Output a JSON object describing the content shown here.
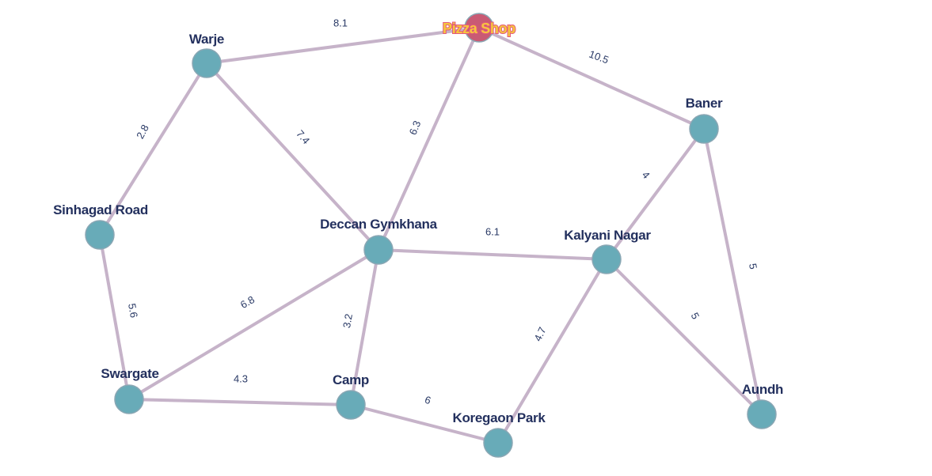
{
  "colors": {
    "node": "#68abb8",
    "source_node": "#c95a74",
    "edge": "#c6b3c9",
    "label": "#23305e",
    "source_label_fill": "#f6c63e",
    "source_label_stroke": "#e35a7a"
  },
  "nodes": [
    {
      "id": "pizza",
      "label": "Pizza Shop",
      "source": true
    },
    {
      "id": "warje",
      "label": "Warje"
    },
    {
      "id": "baner",
      "label": "Baner"
    },
    {
      "id": "sinhagad",
      "label": "Sinhagad Road"
    },
    {
      "id": "deccan",
      "label": "Deccan Gymkhana"
    },
    {
      "id": "kalyani",
      "label": "Kalyani Nagar"
    },
    {
      "id": "swargate",
      "label": "Swargate"
    },
    {
      "id": "camp",
      "label": "Camp"
    },
    {
      "id": "koregaon",
      "label": "Koregaon Park"
    },
    {
      "id": "aundh",
      "label": "Aundh"
    }
  ],
  "edges": [
    {
      "from": "warje",
      "to": "pizza",
      "weight": "8.1"
    },
    {
      "from": "pizza",
      "to": "baner",
      "weight": "10.5"
    },
    {
      "from": "warje",
      "to": "sinhagad",
      "weight": "2.8"
    },
    {
      "from": "warje",
      "to": "deccan",
      "weight": "7.4"
    },
    {
      "from": "pizza",
      "to": "deccan",
      "weight": "6.3"
    },
    {
      "from": "baner",
      "to": "kalyani",
      "weight": "4"
    },
    {
      "from": "baner",
      "to": "aundh",
      "weight": "5"
    },
    {
      "from": "deccan",
      "to": "kalyani",
      "weight": "6.1"
    },
    {
      "from": "sinhagad",
      "to": "swargate",
      "weight": "5.6"
    },
    {
      "from": "swargate",
      "to": "deccan",
      "weight": "6.8"
    },
    {
      "from": "deccan",
      "to": "camp",
      "weight": "3.2"
    },
    {
      "from": "swargate",
      "to": "camp",
      "weight": "4.3"
    },
    {
      "from": "camp",
      "to": "koregaon",
      "weight": "6"
    },
    {
      "from": "kalyani",
      "to": "koregaon",
      "weight": "4.7"
    },
    {
      "from": "kalyani",
      "to": "aundh",
      "weight": "5"
    }
  ]
}
